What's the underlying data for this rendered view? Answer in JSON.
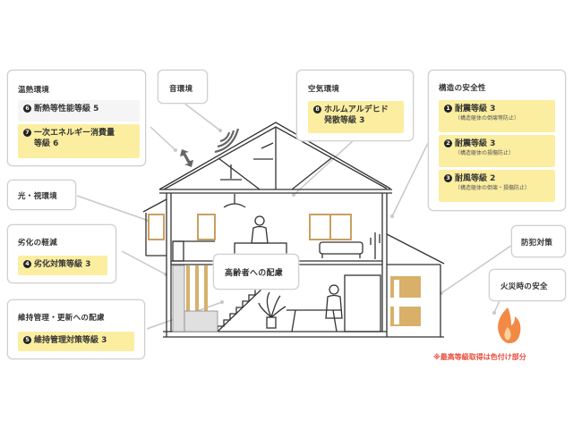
{
  "legend_note": "※最高等級取得は色付け部分",
  "colors": {
    "highlight": "#fbeea0",
    "plain_item": "#f5f5f5",
    "box_border": "#cfcfcf",
    "connector": "#c8c8c8",
    "wood": "#d8b06a",
    "flame_outer": "#f28a45",
    "flame_inner": "#fbd0a0",
    "note_red": "#e84d3c"
  },
  "boxes": {
    "thermal": {
      "title": "温熱環境",
      "items": [
        {
          "num": "6",
          "label": "断熱等性能等級 5",
          "highlighted": false
        },
        {
          "num": "7",
          "label": "一次エネルギー消費量",
          "label2": "等級 6",
          "highlighted": true
        }
      ]
    },
    "sound": {
      "title": "音環境"
    },
    "air": {
      "title": "空気環境",
      "items": [
        {
          "num": "8",
          "label": "ホルムアルデヒド",
          "label2": "発散等級 3",
          "highlighted": true
        }
      ]
    },
    "structure": {
      "title": "構造の安全性",
      "items": [
        {
          "num": "1",
          "label": "耐震等級 3",
          "sub": "（構造躯体の倒壊等防止）",
          "highlighted": true
        },
        {
          "num": "2",
          "label": "耐震等級 3",
          "sub": "（構造躯体の損傷防止）",
          "highlighted": true
        },
        {
          "num": "3",
          "label": "耐風等級 2",
          "sub": "（構造躯体の倒壊・損傷防止）",
          "highlighted": true
        }
      ]
    },
    "light": {
      "title": "光・視環境"
    },
    "deterioration": {
      "title": "劣化の軽減",
      "items": [
        {
          "num": "4",
          "label": "劣化対策等級 3",
          "highlighted": true
        }
      ]
    },
    "maintenance": {
      "title": "維持管理・更新への配慮",
      "items": [
        {
          "num": "5",
          "label": "維持管理対策等級 3",
          "highlighted": true
        }
      ]
    },
    "elderly": {
      "title": "高齢者への配慮"
    },
    "crime": {
      "title": "防犯対策"
    },
    "fire": {
      "title": "火災時の安全"
    }
  }
}
